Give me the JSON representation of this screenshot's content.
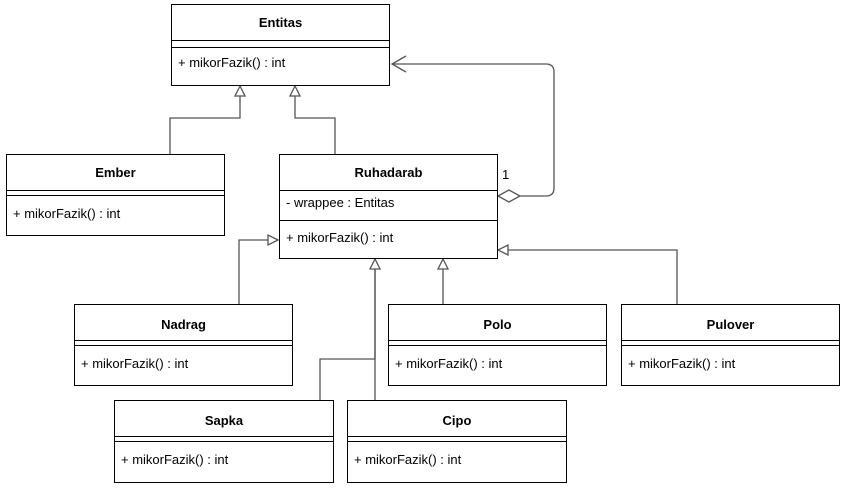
{
  "diagram": {
    "type": "UML class diagram",
    "classes": {
      "entitas": {
        "name": "Entitas",
        "attributes": [],
        "methods": [
          "+ mikorFazik() : int"
        ]
      },
      "ember": {
        "name": "Ember",
        "attributes": [],
        "methods": [
          "+ mikorFazik() : int"
        ]
      },
      "ruhadarab": {
        "name": "Ruhadarab",
        "attributes": [
          "- wrappee : Entitas"
        ],
        "methods": [
          "+ mikorFazik() : int"
        ]
      },
      "nadrag": {
        "name": "Nadrag",
        "attributes": [],
        "methods": [
          "+ mikorFazik() : int"
        ]
      },
      "polo": {
        "name": "Polo",
        "attributes": [],
        "methods": [
          "+ mikorFazik() : int"
        ]
      },
      "pulover": {
        "name": "Pulover",
        "attributes": [],
        "methods": [
          "+ mikorFazik() : int"
        ]
      },
      "sapka": {
        "name": "Sapka",
        "attributes": [],
        "methods": [
          "+ mikorFazik() : int"
        ]
      },
      "cipo": {
        "name": "Cipo",
        "attributes": [],
        "methods": [
          "+ mikorFazik() : int"
        ]
      }
    },
    "relations": [
      {
        "from": "Ember",
        "to": "Entitas",
        "kind": "generalization"
      },
      {
        "from": "Ruhadarab",
        "to": "Entitas",
        "kind": "generalization"
      },
      {
        "from": "Ruhadarab",
        "to": "Entitas",
        "kind": "aggregation",
        "multiplicity": "1"
      },
      {
        "from": "Nadrag",
        "to": "Ruhadarab",
        "kind": "generalization"
      },
      {
        "from": "Sapka",
        "to": "Ruhadarab",
        "kind": "generalization"
      },
      {
        "from": "Cipo",
        "to": "Ruhadarab",
        "kind": "generalization"
      },
      {
        "from": "Polo",
        "to": "Ruhadarab",
        "kind": "generalization"
      },
      {
        "from": "Pulover",
        "to": "Ruhadarab",
        "kind": "generalization"
      }
    ],
    "aggregation_multiplicity": "1"
  }
}
